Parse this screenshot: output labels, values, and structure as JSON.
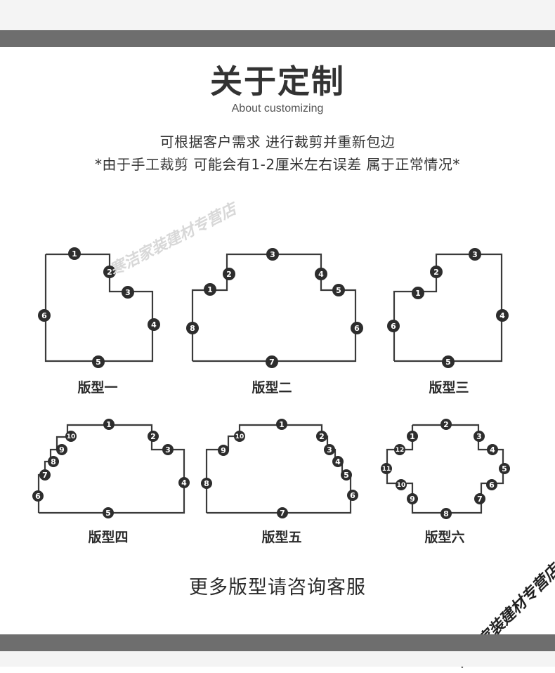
{
  "header": {
    "title": "关于定制",
    "subtitle": "About customizing"
  },
  "intro": {
    "line1": "可根据客户需求 进行裁剪并重新包边",
    "line2": "*由于手工裁剪 可能会有1-2厘米左右误差 属于正常情况*"
  },
  "shapes": [
    {
      "label": "版型一",
      "badges": [
        "1",
        "2",
        "3",
        "4",
        "5",
        "6"
      ]
    },
    {
      "label": "版型二",
      "badges": [
        "1",
        "2",
        "3",
        "4",
        "5",
        "6",
        "7",
        "8"
      ]
    },
    {
      "label": "版型三",
      "badges": [
        "1",
        "2",
        "3",
        "4",
        "5",
        "6"
      ]
    },
    {
      "label": "版型四",
      "badges": [
        "1",
        "2",
        "3",
        "4",
        "5",
        "6",
        "7",
        "8",
        "9",
        "10"
      ]
    },
    {
      "label": "版型五",
      "badges": [
        "1",
        "2",
        "3",
        "4",
        "5",
        "6",
        "7",
        "8",
        "9",
        "10"
      ]
    },
    {
      "label": "版型六",
      "badges": [
        "1",
        "2",
        "3",
        "4",
        "5",
        "6",
        "7",
        "8",
        "9",
        "10",
        "11",
        "12"
      ]
    }
  ],
  "footer": {
    "more": "更多版型请咨询客服"
  },
  "watermark": "寒洁家装建材专营店",
  "colors": {
    "bar": "#6e6e6e",
    "badge": "#2d2d2d",
    "line": "#3a3a3a"
  }
}
